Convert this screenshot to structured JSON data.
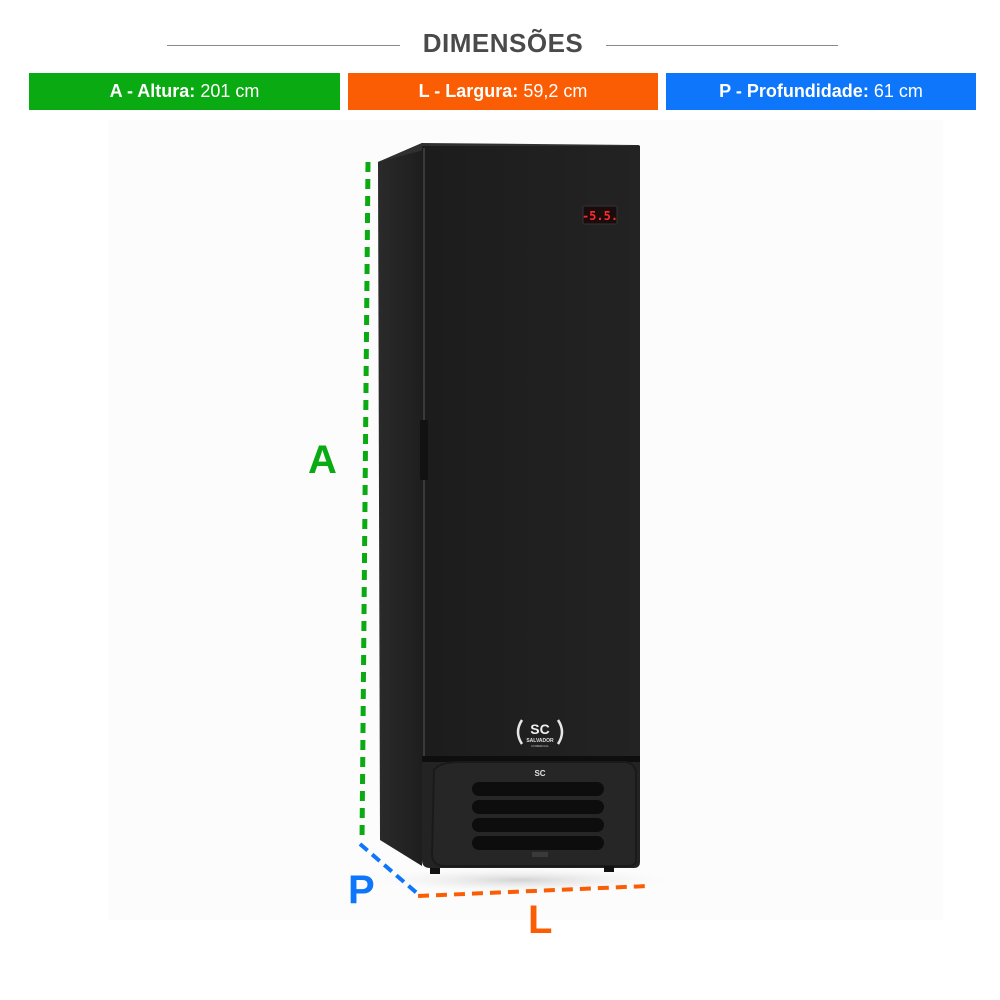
{
  "header": {
    "title": "DIMENSÕES"
  },
  "badges": {
    "altura": {
      "label": "A - Altura:",
      "value": "201 cm",
      "color": "#0aaa12"
    },
    "largura": {
      "label": "L - Largura:",
      "value": "59,2 cm",
      "color": "#fb5d04"
    },
    "profundidade": {
      "label": "P - Profundidade:",
      "value": "61 cm",
      "color": "#0e76fa"
    }
  },
  "diagram": {
    "letters": {
      "a": "A",
      "p": "P",
      "l": "L"
    },
    "display_readout": "-5.5.",
    "logo": {
      "mark": "SC",
      "name": "SALVADOR",
      "sub": "COMERCIAL"
    },
    "grille_logo": "SC"
  }
}
